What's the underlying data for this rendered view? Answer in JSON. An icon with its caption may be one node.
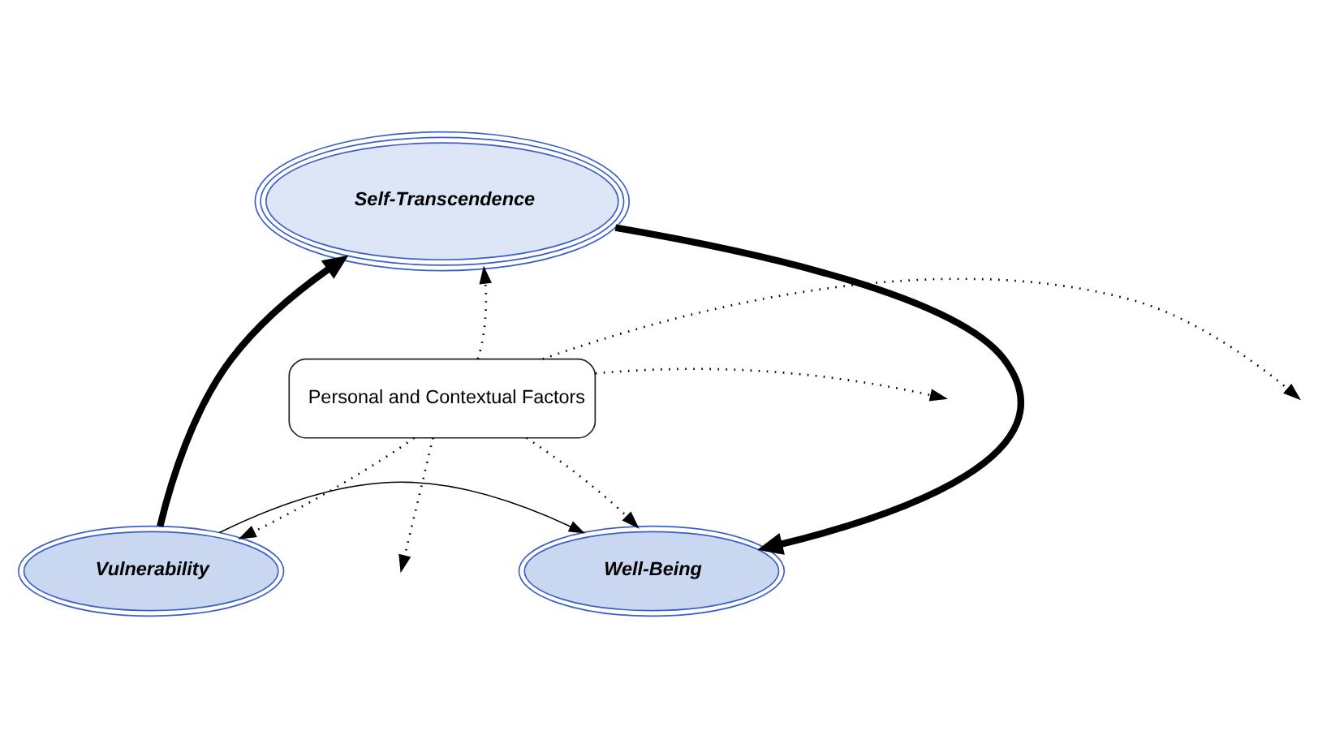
{
  "diagram": {
    "nodes": [
      {
        "text": [
          "Self-Transcendence"
        ]
      },
      {
        "text": [
          "Personal and Contextual Factors"
        ]
      },
      {
        "text": [
          "Vulnerability"
        ]
      },
      {
        "text": [
          "Well-Being"
        ]
      }
    ],
    "edges": [
      {
        "from": 2,
        "to": 0,
        "arrow": "to",
        "style": "thick"
      },
      {
        "from": 0,
        "to": 3,
        "arrow": "to",
        "style": "thick"
      },
      {
        "from": 2,
        "to": 3,
        "arrow": "to"
      },
      {
        "from": 1,
        "to": 0,
        "arrow": "to",
        "style": "dashed"
      },
      {
        "from": 1,
        "to": null,
        "arrow": "to",
        "style": "dashed"
      },
      {
        "from": 1,
        "to": null,
        "arrow": "to",
        "style": "dashed"
      },
      {
        "from": 1,
        "to": 2,
        "arrow": "to",
        "style": "dashed"
      },
      {
        "from": 1,
        "to": 3,
        "arrow": "to",
        "style": "dashed"
      },
      {
        "from": 1,
        "to": null,
        "arrow": "to",
        "style": "dashed"
      }
    ]
  }
}
